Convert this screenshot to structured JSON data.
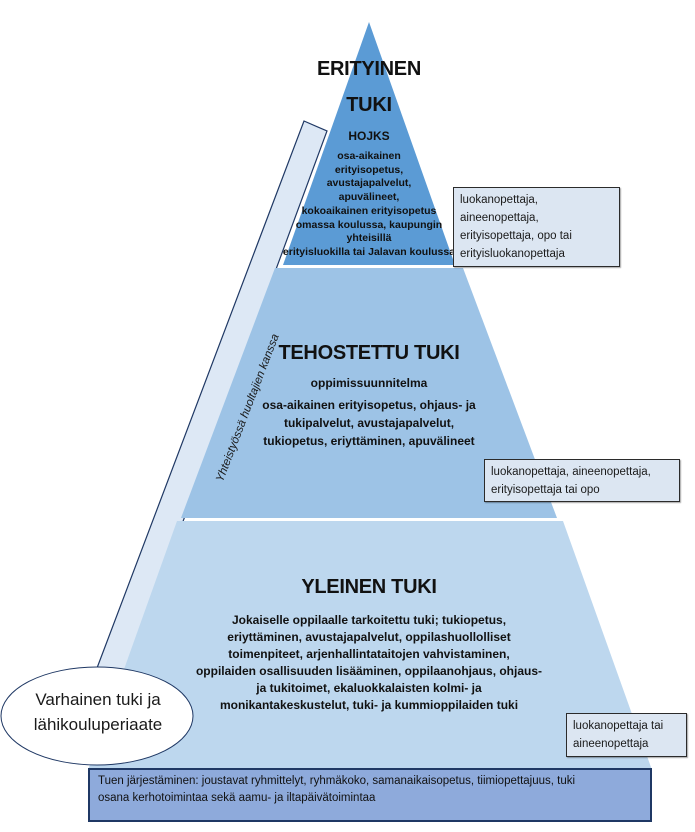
{
  "colors": {
    "tier_top": "#5b9bd5",
    "tier_middle": "#9dc3e6",
    "tier_bottom": "#bdd7ee",
    "side_banner": "#dde8f5",
    "box_fill": "#dce6f2",
    "footer_fill": "#8eaadb",
    "footer_border": "#1f3864"
  },
  "side_banner": {
    "text": "Yhteistyössä huoltajien kanssa"
  },
  "tiers": [
    {
      "title_line1": "ERITYINEN",
      "title_line2": "TUKI",
      "subtitle": "HOJKS",
      "body_lines": [
        "osa-aikainen",
        "erityisopetus,",
        "avustajapalvelut,",
        "apuvälineet,",
        "kokoaikainen  erityisopetus",
        "omassa koulussa, kaupungin",
        "yhteisillä",
        "erityisluokilla  tai Jalavan  koulussa"
      ],
      "staff_lines": [
        "luokanopettaja,",
        "aineenopettaja,",
        "erityisopettaja, opo tai",
        "erityisluokanopettaja"
      ]
    },
    {
      "title": "TEHOSTETTU TUKI",
      "subtitle": "oppimissuunnitelma",
      "body_lines": [
        "osa-aikainen erityisopetus, ohjaus- ja",
        "tukipalvelut, avustajapalvelut,",
        "tukiopetus, eriyttäminen, apuvälineet"
      ],
      "staff_lines": [
        "luokanopettaja, aineenopettaja,",
        "erityisopettaja tai opo"
      ]
    },
    {
      "title": "YLEINEN TUKI",
      "body_lines": [
        "Jokaiselle oppilaalle tarkoitettu tuki; tukiopetus,",
        "eriyttäminen, avustajapalvelut, oppilashuollolliset",
        "toimenpiteet, arjenhallintataitojen vahvistaminen,",
        "oppilaiden osallisuuden lisääminen, oppilaanohjaus, ohjaus-",
        "ja tukitoimet, ekaluokkalaisten kolmi- ja",
        "monikantakeskustelut, tuki- ja kummioppilaiden tuki"
      ],
      "staff_lines": [
        "luokanopettaja tai",
        "aineenopettaja"
      ]
    }
  ],
  "ellipse": {
    "line1": "Varhainen tuki ja",
    "line2": "lähikouluperiaate"
  },
  "footer": {
    "line1": "Tuen järjestäminen: joustavat ryhmittelyt, ryhmäkoko, samanaikaisopetus, tiimiopettajuus, tuki",
    "line2": "osana kerhotoimintaa sekä aamu- ja iltapäivätoimintaa"
  }
}
